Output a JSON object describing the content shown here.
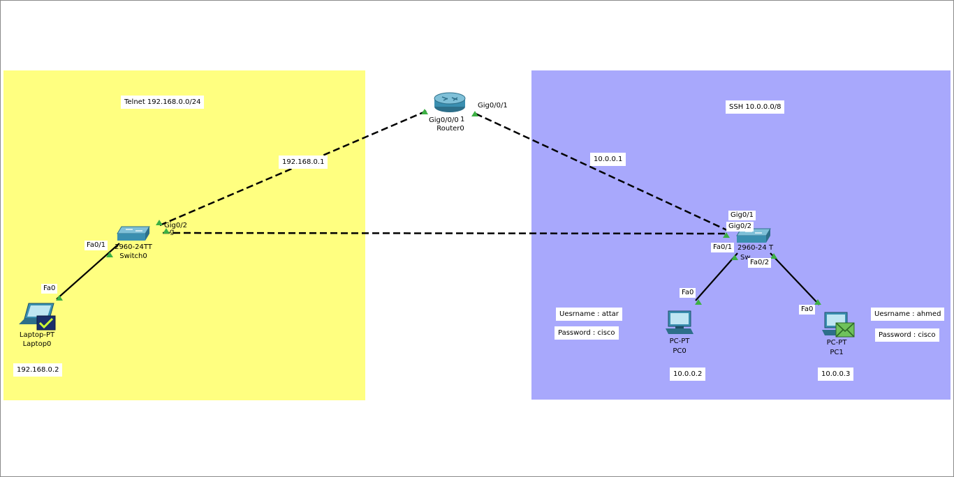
{
  "zones": {
    "left": {
      "label": "Telnet 192.168.0.0/24",
      "color": "#ffff80"
    },
    "right": {
      "label": "SSH 10.0.0.0/8",
      "color": "#a8a8fc"
    }
  },
  "router": {
    "name": "Router0",
    "model_partial": "1",
    "port_left": "Gig0/0/0",
    "port_right": "Gig0/0/1",
    "ip_left": "192.168.0.1",
    "ip_right": "10.0.0.1"
  },
  "switch0": {
    "model": "2960-24TT",
    "name": "Switch0",
    "port_up": "Gig0/2",
    "port_down": "Fa0/1",
    "port_partial": "g"
  },
  "switch1": {
    "model": "2960-24 T",
    "name_partial": "Sw",
    "port_up": "Gig0/1",
    "port_trunk": "Gig0/2",
    "port_pc0": "Fa0/1",
    "port_pc1": "Fa0/2"
  },
  "laptop0": {
    "model": "Laptop-PT",
    "name": "Laptop0",
    "port": "Fa0",
    "ip": "192.168.0.2"
  },
  "pc0": {
    "model": "PC-PT",
    "name": "PC0",
    "port": "Fa0",
    "ip": "10.0.0.2",
    "username": "Uesrname : attar",
    "password": "Password : cisco"
  },
  "pc1": {
    "model": "PC-PT",
    "name": "PC1",
    "port": "Fa0",
    "ip": "10.0.0.3",
    "username": "Uesrname : ahmed",
    "password": "Password : cisco"
  },
  "colors": {
    "link": "#000000",
    "port_up": "#3cb043",
    "device": "#3a8fb0"
  }
}
